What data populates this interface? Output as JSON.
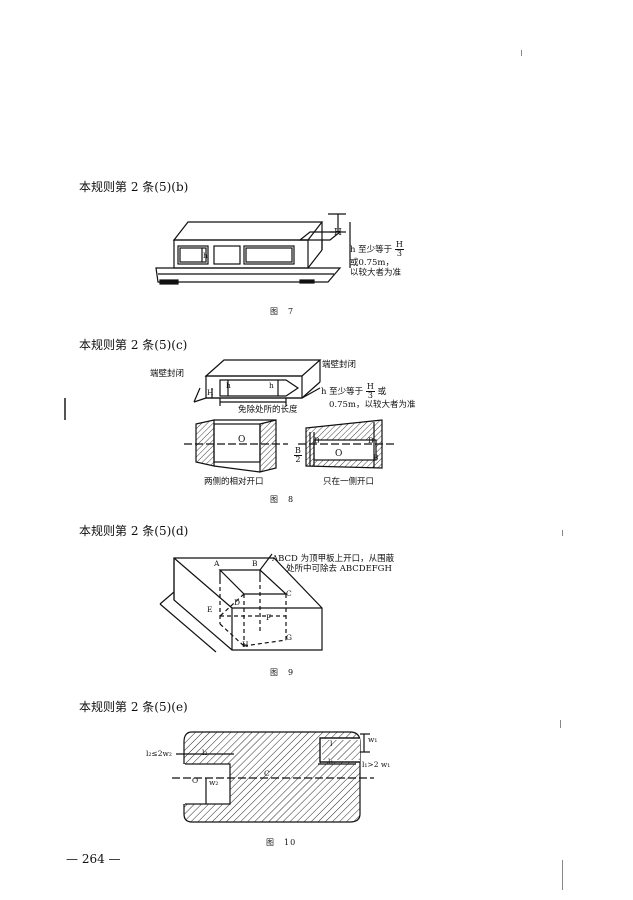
{
  "sections": [
    {
      "heading": "本规则第 2 条(5)(b)",
      "caption": "图　7",
      "annotations": {
        "H": "H",
        "h": "h",
        "note_prefix": "h 至少等于",
        "frac_num": "H",
        "frac_den": "3",
        "note_line2": "或0.75m，",
        "note_line3": "以较大者为准"
      }
    },
    {
      "heading": "本规则第 2 条(5)(c)",
      "caption": "图　8",
      "annotations": {
        "left_end": "端壁封闭",
        "right_end": "端壁封闭",
        "H": "H",
        "h1": "h",
        "h2": "h",
        "exempt": "免除处所的长度",
        "note_prefix": "h 至少等于",
        "frac_num": "H",
        "frac_den": "3",
        "note_suffix": "或",
        "note_line2": "0.75m，以较大者为准",
        "O_left": "O",
        "O_right": "O",
        "B_left": "B",
        "B_right": "B",
        "B2_num": "B",
        "B2_den": "2",
        "B1": "B",
        "sub_left": "两侧的相对开口",
        "sub_right": "只在一侧开口"
      }
    },
    {
      "heading": "本规则第 2 条(5)(d)",
      "caption": "图　9",
      "annotations": {
        "A": "A",
        "B": "B",
        "C": "C",
        "D": "D",
        "E": "E",
        "F": "F",
        "G": "G",
        "H": "H",
        "note_line1": "ABCD 为顶甲板上开口，从围蔽",
        "note_line2": "处所中可除去 ABCDEFGH"
      }
    },
    {
      "heading": "本规则第 2 条(5)(e)",
      "caption": "图　10",
      "annotations": {
        "left_rule": "l₂≤2w₂",
        "l2": "l₂",
        "O": "O",
        "w2": "w₂",
        "C": "C",
        "l1_top": "l",
        "w1": "w₁",
        "l1": "l₁",
        "right_rule": "l₁>2 w₁"
      }
    }
  ],
  "page_number": "— 264 —"
}
